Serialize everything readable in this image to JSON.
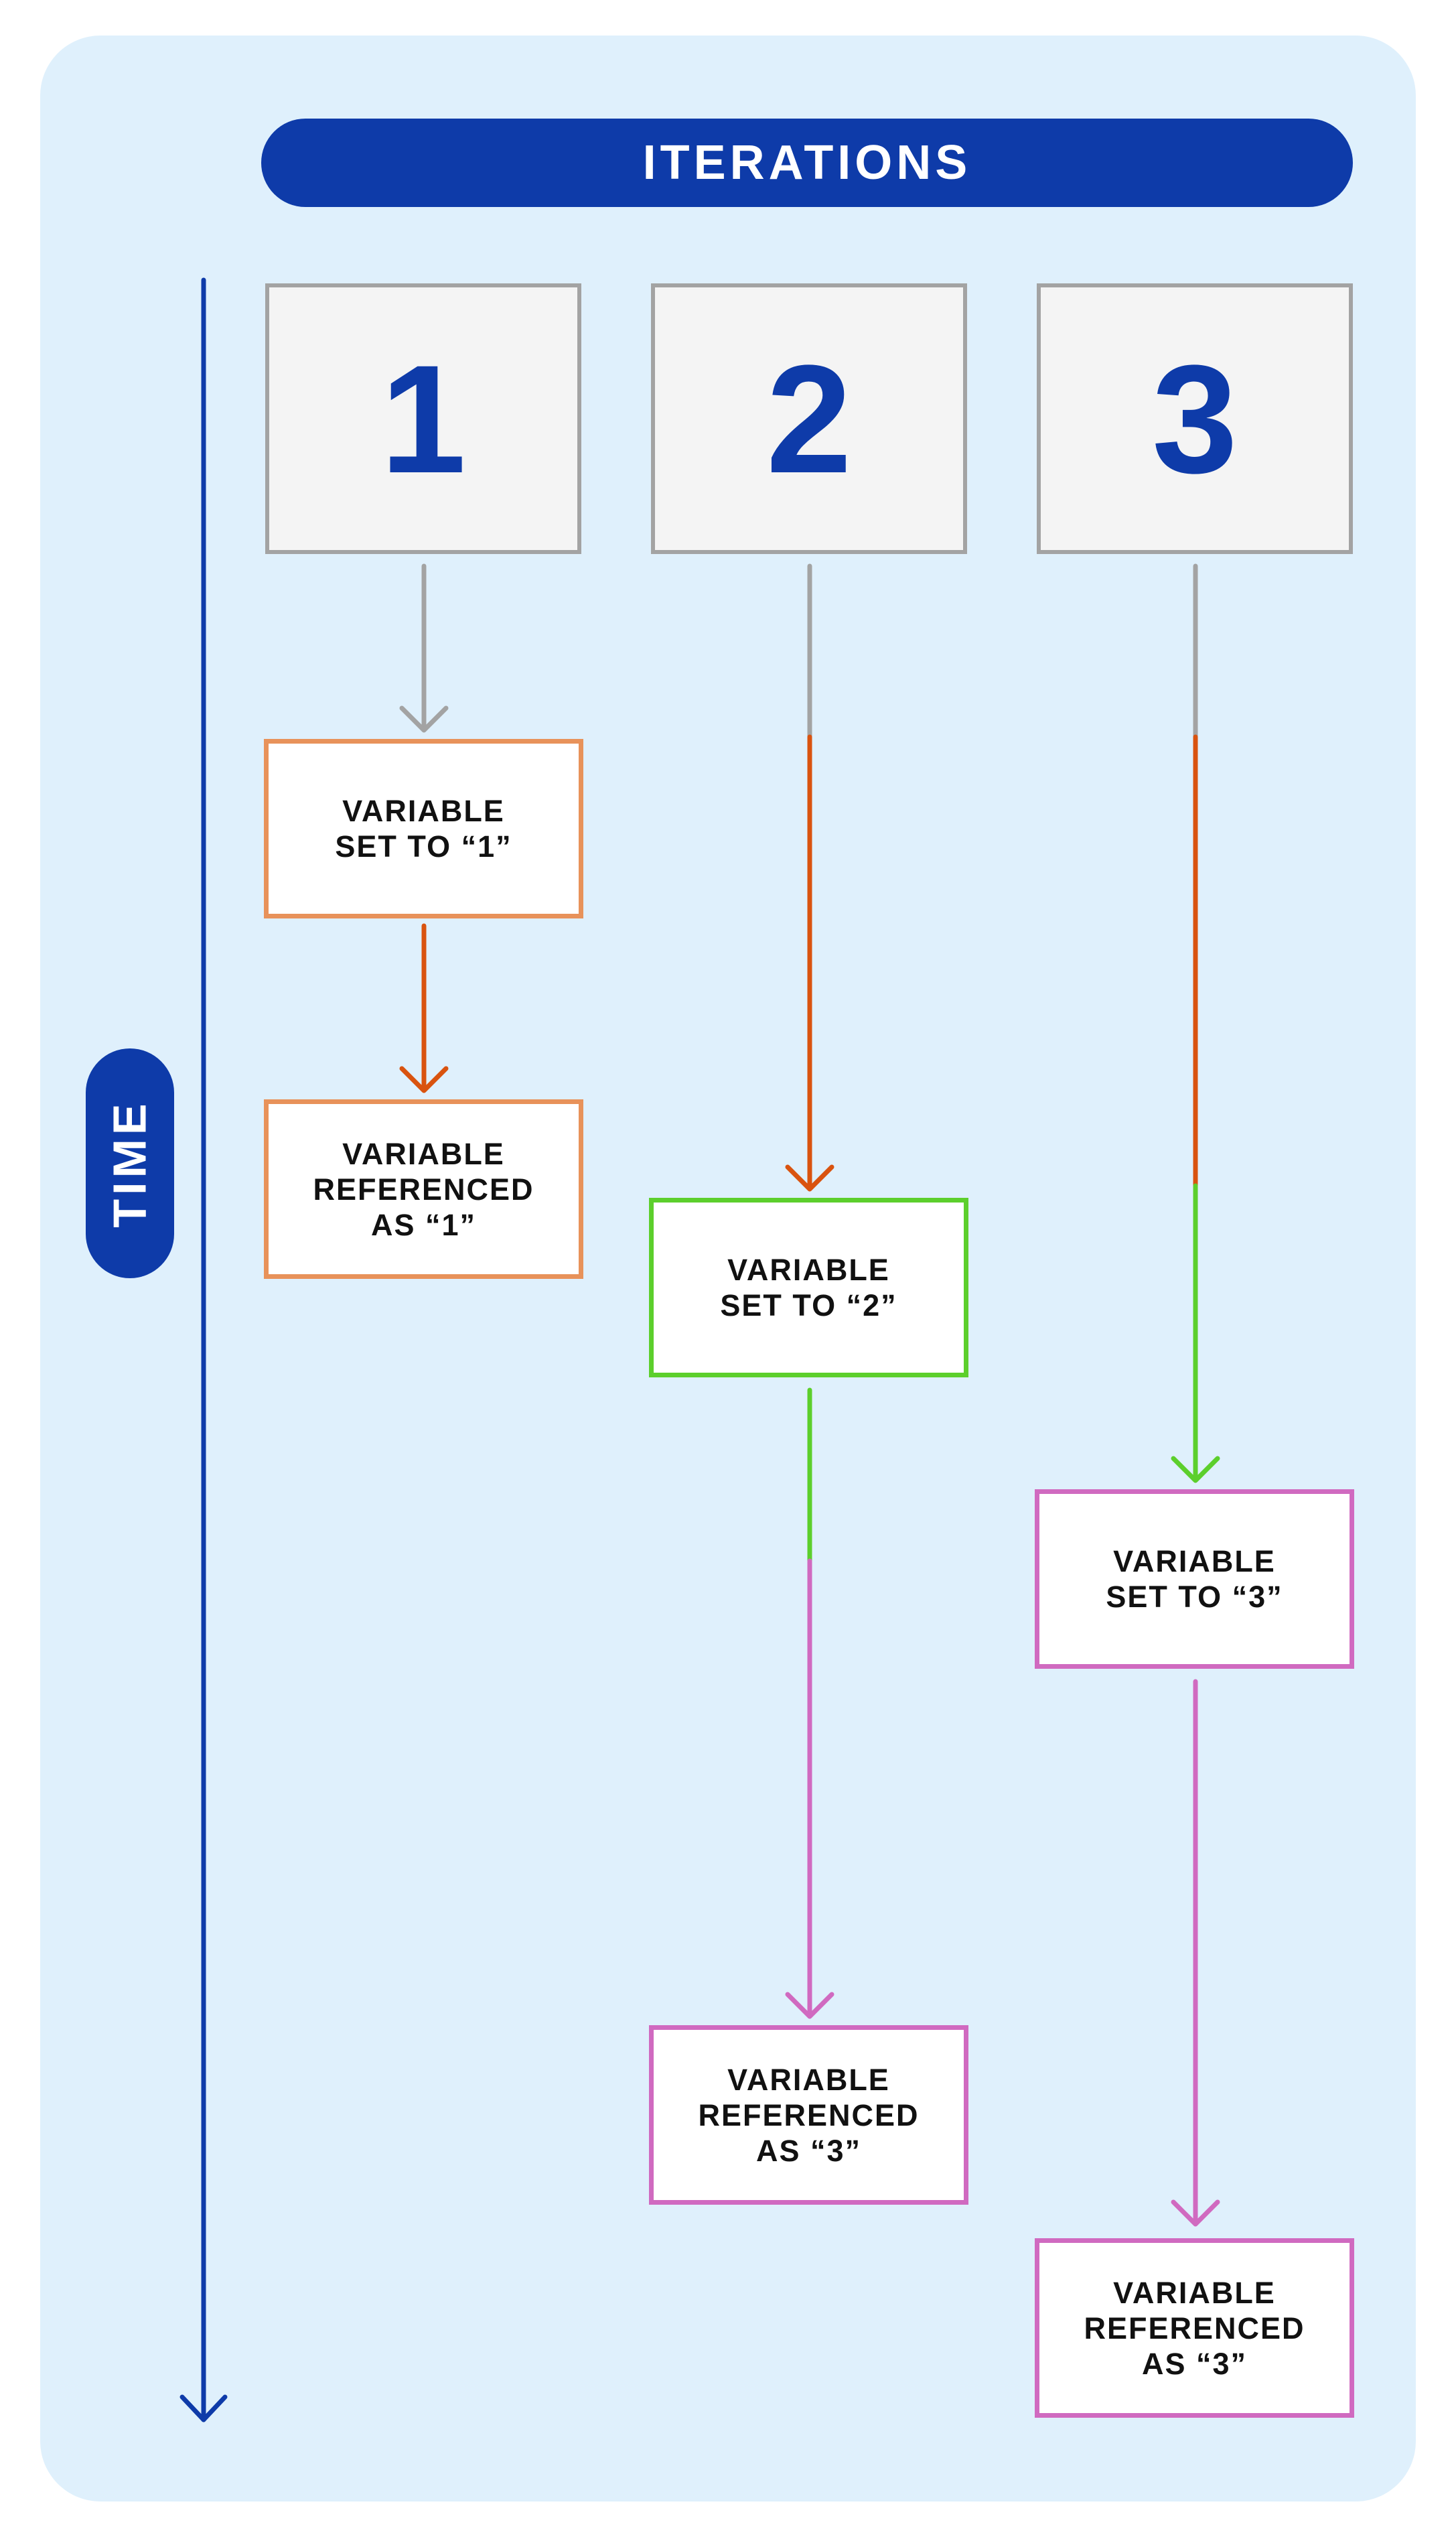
{
  "header": {
    "title": "ITERATIONS"
  },
  "axis": {
    "label": "TIME"
  },
  "colors": {
    "primary": "#0e3ba9",
    "gray": "#a3a3a3",
    "orange": "#e8925a",
    "dark_orange": "#d9530f",
    "green": "#5ccf2c",
    "pink": "#d06ac0"
  },
  "iterations": [
    {
      "number": "1",
      "set_label": "VARIABLE\nSET TO “1”",
      "ref_label": "VARIABLE\nREFERENCED\nAS “1”"
    },
    {
      "number": "2",
      "set_label": "VARIABLE\nSET TO “2”",
      "ref_label": "VARIABLE\nREFERENCED\nAS “3”"
    },
    {
      "number": "3",
      "set_label": "VARIABLE\nSET TO “3”",
      "ref_label": "VARIABLE\nREFERENCED\nAS “3”"
    }
  ]
}
